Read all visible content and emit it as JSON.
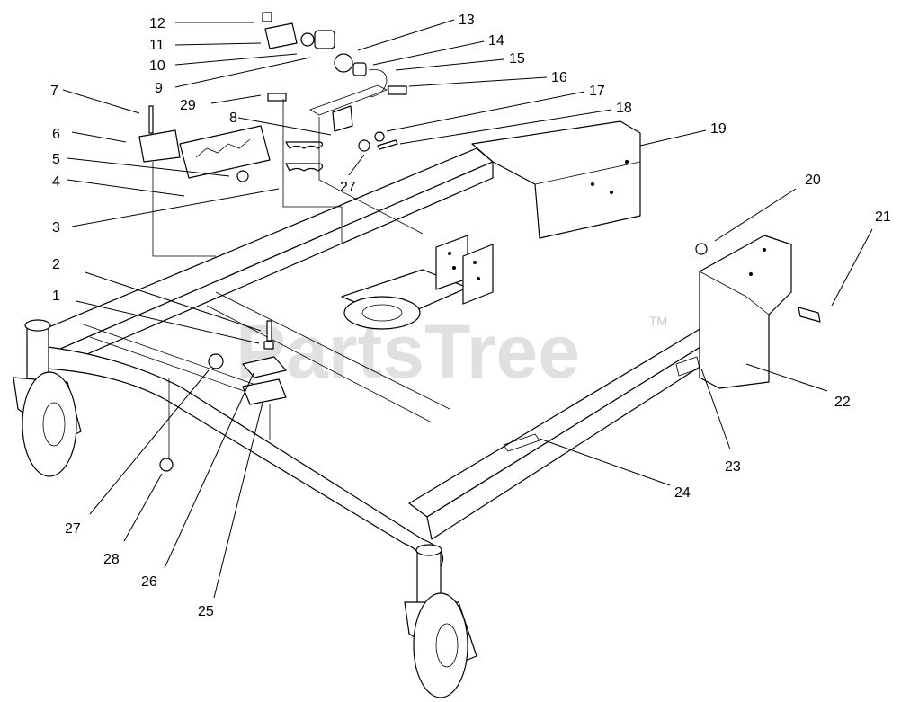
{
  "watermark": {
    "text": "PartsTree",
    "trademark": "TM"
  },
  "callouts": [
    {
      "id": "c1",
      "label": "1"
    },
    {
      "id": "c2",
      "label": "2"
    },
    {
      "id": "c3",
      "label": "3"
    },
    {
      "id": "c4",
      "label": "4"
    },
    {
      "id": "c5",
      "label": "5"
    },
    {
      "id": "c6",
      "label": "6"
    },
    {
      "id": "c7",
      "label": "7"
    },
    {
      "id": "c8",
      "label": "8"
    },
    {
      "id": "c9",
      "label": "9"
    },
    {
      "id": "c10",
      "label": "10"
    },
    {
      "id": "c11",
      "label": "11"
    },
    {
      "id": "c12",
      "label": "12"
    },
    {
      "id": "c13",
      "label": "13"
    },
    {
      "id": "c14",
      "label": "14"
    },
    {
      "id": "c15",
      "label": "15"
    },
    {
      "id": "c16",
      "label": "16"
    },
    {
      "id": "c17",
      "label": "17"
    },
    {
      "id": "c18",
      "label": "18"
    },
    {
      "id": "c19",
      "label": "19"
    },
    {
      "id": "c20",
      "label": "20"
    },
    {
      "id": "c21",
      "label": "21"
    },
    {
      "id": "c22",
      "label": "22"
    },
    {
      "id": "c23",
      "label": "23"
    },
    {
      "id": "c24",
      "label": "24"
    },
    {
      "id": "c25",
      "label": "25"
    },
    {
      "id": "c26",
      "label": "26"
    },
    {
      "id": "c27a",
      "label": "27"
    },
    {
      "id": "c27b",
      "label": "27"
    },
    {
      "id": "c28",
      "label": "28"
    },
    {
      "id": "c29",
      "label": "29"
    }
  ]
}
